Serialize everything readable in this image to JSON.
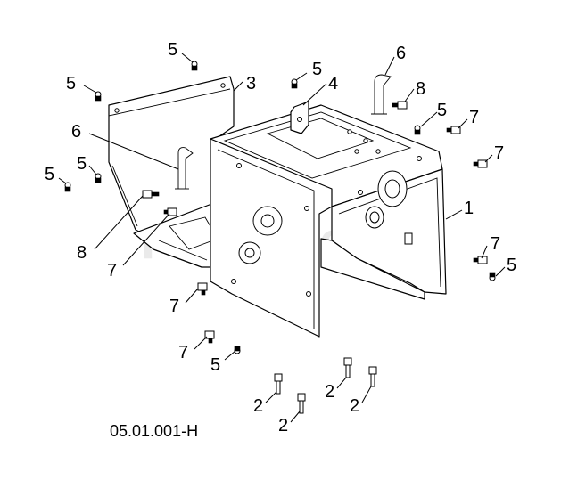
{
  "diagram": {
    "code": "05.01.001-H",
    "watermark": "PartsTree",
    "watermark_mark": "™",
    "callouts": [
      "5",
      "5",
      "3",
      "6",
      "5",
      "4",
      "6",
      "8",
      "5",
      "7",
      "5",
      "5",
      "7",
      "8",
      "7",
      "1",
      "7",
      "5",
      "7",
      "7",
      "5",
      "2",
      "2",
      "2",
      "2"
    ]
  }
}
